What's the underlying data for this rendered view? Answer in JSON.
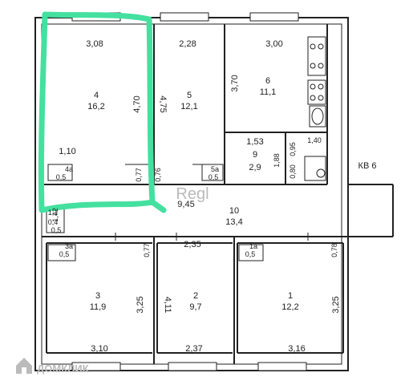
{
  "plan": {
    "rooms": [
      {
        "id": "4",
        "area": "16,2",
        "label": "4"
      },
      {
        "id": "5",
        "area": "12,1",
        "label": "5"
      },
      {
        "id": "6",
        "area": "11,1",
        "label": "6"
      },
      {
        "id": "9",
        "area": "2,9",
        "label": "9"
      },
      {
        "id": "10",
        "area": "13,4",
        "label": "10"
      },
      {
        "id": "3",
        "area": "11,9",
        "label": "3"
      },
      {
        "id": "2",
        "area": "9,7",
        "label": "2"
      },
      {
        "id": "1",
        "area": "12,2",
        "label": "1"
      },
      {
        "id": "4a",
        "area": "0,5",
        "label": "4а"
      },
      {
        "id": "5a",
        "area": "0,5",
        "label": "5а"
      },
      {
        "id": "3a",
        "area": "0,5",
        "label": "3а"
      },
      {
        "id": "1a",
        "area": "0,5",
        "label": "1а"
      }
    ],
    "dimensions": {
      "d308": "3,08",
      "d228": "2,28",
      "d300": "3,00",
      "d470": "4,70",
      "d475": "4,75",
      "d370": "3,70",
      "d110": "1,10",
      "d153": "1,53",
      "d140": "1,40",
      "d188": "1,88",
      "d095": "0,95",
      "d080": "0,80",
      "d077": "0,77",
      "d076": "0,76",
      "d945": "9,45",
      "d142": "1,42",
      "d235": "2,35",
      "d077b": "0,77",
      "d078": "0,78",
      "d325": "3,25",
      "d411": "4,11",
      "d325b": "3,25",
      "d310": "3,10",
      "d237": "2,37",
      "d316": "3,16",
      "d1b": "1,1",
      "d04": "0,4",
      "d05": "0,5"
    },
    "stair": "КВ 6",
    "watermark": "Regl",
    "highlight_color": "#44e0a0"
  },
  "brand": {
    "name": "ДОМКЛИК",
    "icon": "house-logo-icon"
  }
}
